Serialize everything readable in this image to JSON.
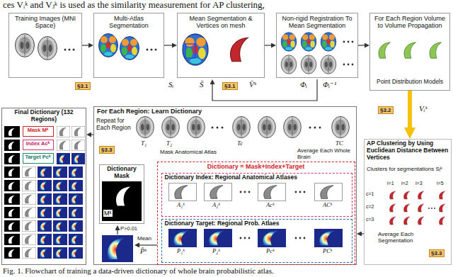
{
  "diagram": {
    "caption": "Fig. 1. Flowchart of training a data-driven dictionary of whole brain probabilistic atlas.",
    "nodes": [
      {
        "text": [
          "Training Images (MNI Space)"
        ]
      },
      {
        "text": [
          "Multi-Atlas Segmentation"
        ]
      },
      {
        "text": [
          "Mean Segmentation & Vertices on mesh"
        ]
      },
      {
        "text": [
          "Non-rigid Registration To Mean Segmentation"
        ]
      },
      {
        "text": [
          "For Each Region Volume to Volume Propagation",
          "Point Distribution Models"
        ]
      },
      {
        "text": [
          "Final Dictionary (132 Regions)"
        ]
      },
      {
        "text": [
          "Mask Mᵏ"
        ],
        "in": 5
      },
      {
        "text": [
          "Index Acᵏ"
        ],
        "in": 5
      },
      {
        "text": [
          "Target Pcᵏ"
        ],
        "in": 5
      },
      {
        "text": [
          "For Each Region: Learn Dictionary"
        ]
      },
      {
        "text": [
          "Dictionary = Mask+Index+Target"
        ],
        "in": 9
      },
      {
        "text": [
          "Dictionary Index: Regional Anatomical Atlases"
        ],
        "in": 10
      },
      {
        "text": [
          "Dictionary Target: Regional Prob. Atlaes"
        ],
        "in": 10
      },
      {
        "text": [
          "Dictionary Mask",
          "Mᵏ"
        ],
        "in": 9
      },
      {
        "text": [
          "AP Clustering by Using Euclidean Distance Between Vertices",
          "Clusters for segmentations Sᵢᵏ"
        ]
      }
    ],
    "edges": [
      {
        "from": 0,
        "to": 1,
        "arrow": "to"
      },
      {
        "from": 1,
        "to": 2,
        "arrow": "to"
      },
      {
        "from": 2,
        "to": 3,
        "arrow": "to"
      },
      {
        "from": 3,
        "to": 4,
        "arrow": "to"
      },
      {
        "from": 4,
        "to": 14,
        "arrow": "to"
      },
      {
        "from": 14,
        "to": 9,
        "arrow": "to"
      },
      {
        "from": 9,
        "to": 5,
        "arrow": "to"
      }
    ],
    "labels": [
      "ces Vᵢᵏ and Vⱼᵏ is used as the similarity measurement for AP clustering,",
      "§3.1",
      "Sᵢ",
      "§3.1",
      "S̄",
      "V̄ᵏ",
      "Φᵢ",
      "Φᵢ⁻¹",
      "§3.2",
      "Vᵢᵏ",
      "Repeat for Each Region",
      "§3.3",
      "T₁",
      "T₂",
      "Tc",
      "TC",
      "Mask Anatomical Atlas",
      "Average Each Whole Brain",
      "A₁ᵏ",
      "A₂ᵏ",
      "Acᵏ",
      "ACᵏ",
      "P₁ᵏ",
      "P₂ᵏ",
      "Pcᵏ",
      "PCᵏ",
      "P>0.01",
      "Mean",
      "P̄ᵏ",
      "i=1",
      "i=2",
      "i=3",
      "i=5",
      "c=1",
      "c=2",
      "c=3",
      "Average Each Segmentation",
      "§3.3"
    ]
  }
}
